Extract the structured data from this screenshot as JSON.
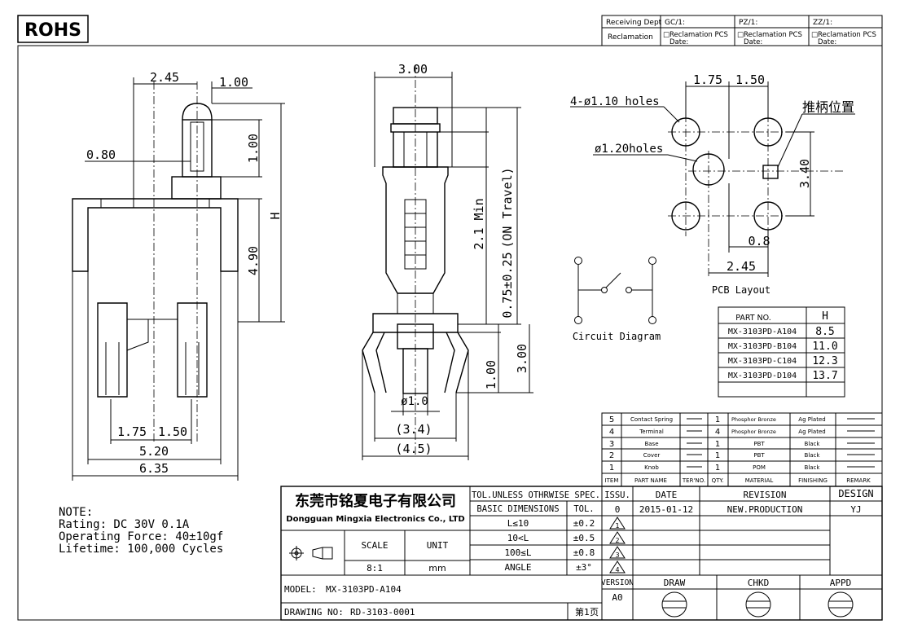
{
  "rohs": "ROHS",
  "dims_left": {
    "d245": "2.45",
    "d100": "1.00",
    "d080": "0.80",
    "d100v": "1.00",
    "H": "H",
    "d490": "4.90",
    "d175": "1.75",
    "d150": "1.50",
    "d520": "5.20",
    "d635": "6.35"
  },
  "dims_mid": {
    "d300": "3.00",
    "travel_min": "2.1 Min",
    "on_travel": "(ON Travel)",
    "tol": "0.75±0.25",
    "d100": "1.00",
    "d300v": "3.00",
    "phi10": "ø1.0",
    "d34": "(3.4)",
    "d45": "(4.5)"
  },
  "pcb": {
    "d175": "1.75",
    "d150": "1.50",
    "holes4": "4-ø1.10 holes",
    "holes2": "ø1.20holes",
    "handle": "推柄位置",
    "d340": "3.40",
    "d08": "0.8",
    "d245": "2.45",
    "caption": "PCB Layout"
  },
  "circuit_caption": "Circuit Diagram",
  "notes": [
    "NOTE:",
    "Rating: DC 30V 0.1A",
    "Operating Force: 40±10gf",
    "Lifetime: 100,000 Cycles"
  ],
  "approval": {
    "receiving": "Receiving Dept",
    "reclamation": "Reclamation",
    "gc": "GC/1:",
    "pz": "PZ/1:",
    "zz": "ZZ/1:",
    "rec_pcs": "□Reclamation  PCS",
    "date": "Date:"
  },
  "part_table": {
    "header": [
      "PART NO.",
      "H"
    ],
    "rows": [
      [
        "MX-3103PD-A104",
        "8.5"
      ],
      [
        "MX-3103PD-B104",
        "11.0"
      ],
      [
        "MX-3103PD-C104",
        "12.3"
      ],
      [
        "MX-3103PD-D104",
        "13.7"
      ]
    ]
  },
  "bom": {
    "rows": [
      [
        "5",
        "Contact Spring",
        "1",
        "Phosphor Bronze",
        "Ag Plated"
      ],
      [
        "4",
        "Terminal",
        "4",
        "Phosphor Bronze",
        "Ag Plated"
      ],
      [
        "3",
        "Base",
        "1",
        "PBT",
        "Black"
      ],
      [
        "2",
        "Cover",
        "1",
        "PBT",
        "Black"
      ],
      [
        "1",
        "Knob",
        "1",
        "POM",
        "Black"
      ]
    ],
    "header": [
      "ITEM",
      "PART NAME",
      "TER'NO.",
      "QTY.",
      "MATERIAL",
      "FINISHING",
      "REMARK"
    ]
  },
  "title_block": {
    "company_cn": "东莞市铭夏电子有限公司",
    "company_en": "Dongguan Mingxia Electronics Co., LTD",
    "tol_unless": "TOL.UNLESS OTHRWISE SPEC.",
    "basic_dim": "BASIC DIMENSIONS",
    "tol": "TOL.",
    "tol_rows": [
      [
        "L≤10",
        "±0.2"
      ],
      [
        "10<L",
        "±0.5"
      ],
      [
        "100≤L",
        "±0.8"
      ],
      [
        "ANGLE",
        "±3°"
      ]
    ],
    "scale_lbl": "SCALE",
    "unit_lbl": "UNIT",
    "scale": "8:1",
    "unit": "mm",
    "issu": "ISSU.",
    "date_lbl": "DATE",
    "revision": "REVISION",
    "design": "DESIGN",
    "issu_val": "0",
    "date_val": "2015-01-12",
    "revision_val": "NEW.PRODUCTION",
    "design_val": "YJ",
    "rev_marks": [
      "1",
      "2",
      "3",
      "4"
    ],
    "version_lbl": "VERSION",
    "version": "A0",
    "draw": "DRAW",
    "chkd": "CHKD",
    "appd": "APPD",
    "model_lbl": "MODEL:",
    "model": "MX-3103PD-A104",
    "drawing_lbl": "DRAWING NO:",
    "drawing_no": "RD-3103-0001",
    "page": "第1页"
  }
}
